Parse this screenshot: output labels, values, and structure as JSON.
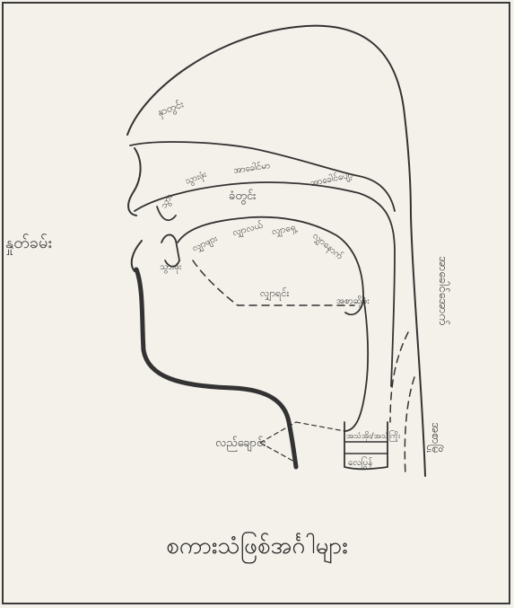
{
  "diagram": {
    "caption": "စကားသံဖြစ်အင်္ဂါများ",
    "labels": {
      "lips": "နှုတ်ခမ်း",
      "nasal_cavity": "နှာတွင်း",
      "tooth_ridge": "သွားဖုံး",
      "hard_palate": "အာခေါင်မာ",
      "soft_palate": "အာခေါင်ပျော့",
      "oral_cavity": "ခံတွင်း",
      "teeth": "သွား",
      "tongue_tip": "လျှာဖျား",
      "tongue_blade": "လျှာလယ်",
      "tongue_front": "လျှာရှေ့",
      "tongue_back": "လျှာနောက်",
      "tongue_root": "လျှာရင်း",
      "epiglottis": "အစာဆို့ဖုံး",
      "pharynx": "အာခေါင်အောက်",
      "vocal_folds": "အသံအိုး/အသံကြိုး",
      "larynx": "လည်ချောင်း",
      "trachea": "လေပြွန်",
      "esophagus": "အစာမြို"
    }
  }
}
